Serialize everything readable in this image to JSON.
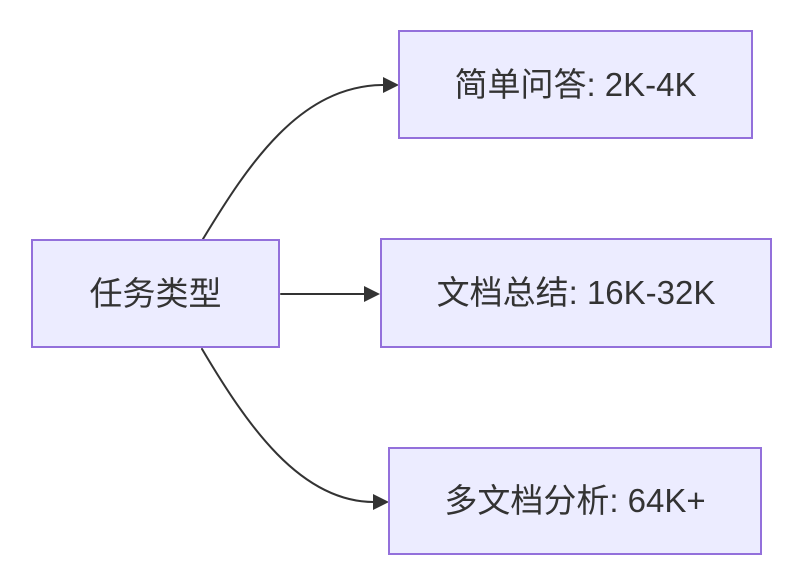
{
  "diagram": {
    "type": "flowchart-left-to-right",
    "colors": {
      "background": "#ffffff",
      "node_fill": "#ECECFF",
      "node_border": "#9370DB",
      "edge_color": "#333333",
      "text_color": "#333333"
    },
    "root": {
      "label": "任务类型"
    },
    "children": [
      {
        "label": "简单问答: 2K-4K"
      },
      {
        "label": "文档总结: 16K-32K"
      },
      {
        "label": "多文档分析: 64K+"
      }
    ],
    "edges": [
      {
        "from": "任务类型",
        "to": "简单问答: 2K-4K"
      },
      {
        "from": "任务类型",
        "to": "文档总结: 16K-32K"
      },
      {
        "from": "任务类型",
        "to": "多文档分析: 64K+"
      }
    ]
  }
}
